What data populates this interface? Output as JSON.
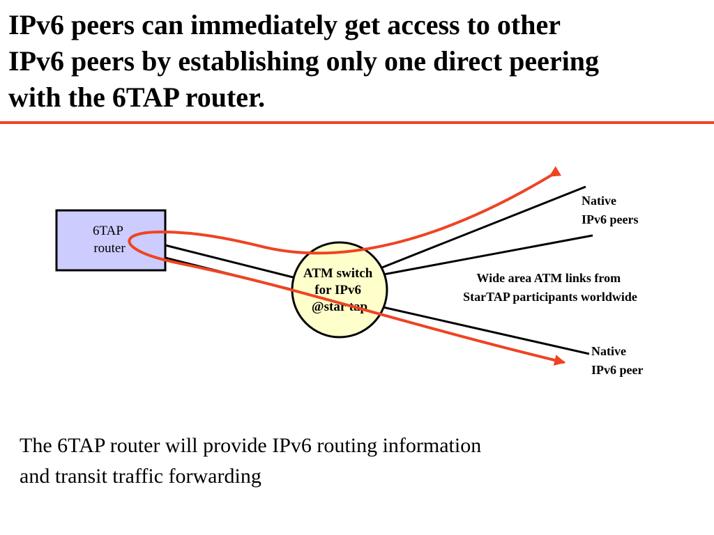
{
  "slide": {
    "title_lines": [
      "IPv6 peers can immediately get access to other",
      "IPv6 peers by establishing only one direct peering",
      "with the 6TAP router."
    ],
    "caption_lines": [
      "The 6TAP router will provide IPv6 routing information",
      "and transit traffic forwarding"
    ]
  },
  "diagram": {
    "router": {
      "lines": [
        "6TAP",
        "router"
      ],
      "fill": "#ccccff"
    },
    "switch": {
      "lines": [
        "ATM switch",
        "for IPv6",
        "@star tap"
      ],
      "fill": "#ffffcc"
    },
    "labels": {
      "native_peers_top": [
        "Native",
        "IPv6 peers"
      ],
      "wide_area": [
        "Wide area ATM links from",
        "StarTAP participants worldwide"
      ],
      "native_peer_bottom": [
        "Native",
        "IPv6 peer"
      ]
    },
    "colors": {
      "accent": "#ee4422",
      "link": "#000000"
    }
  }
}
